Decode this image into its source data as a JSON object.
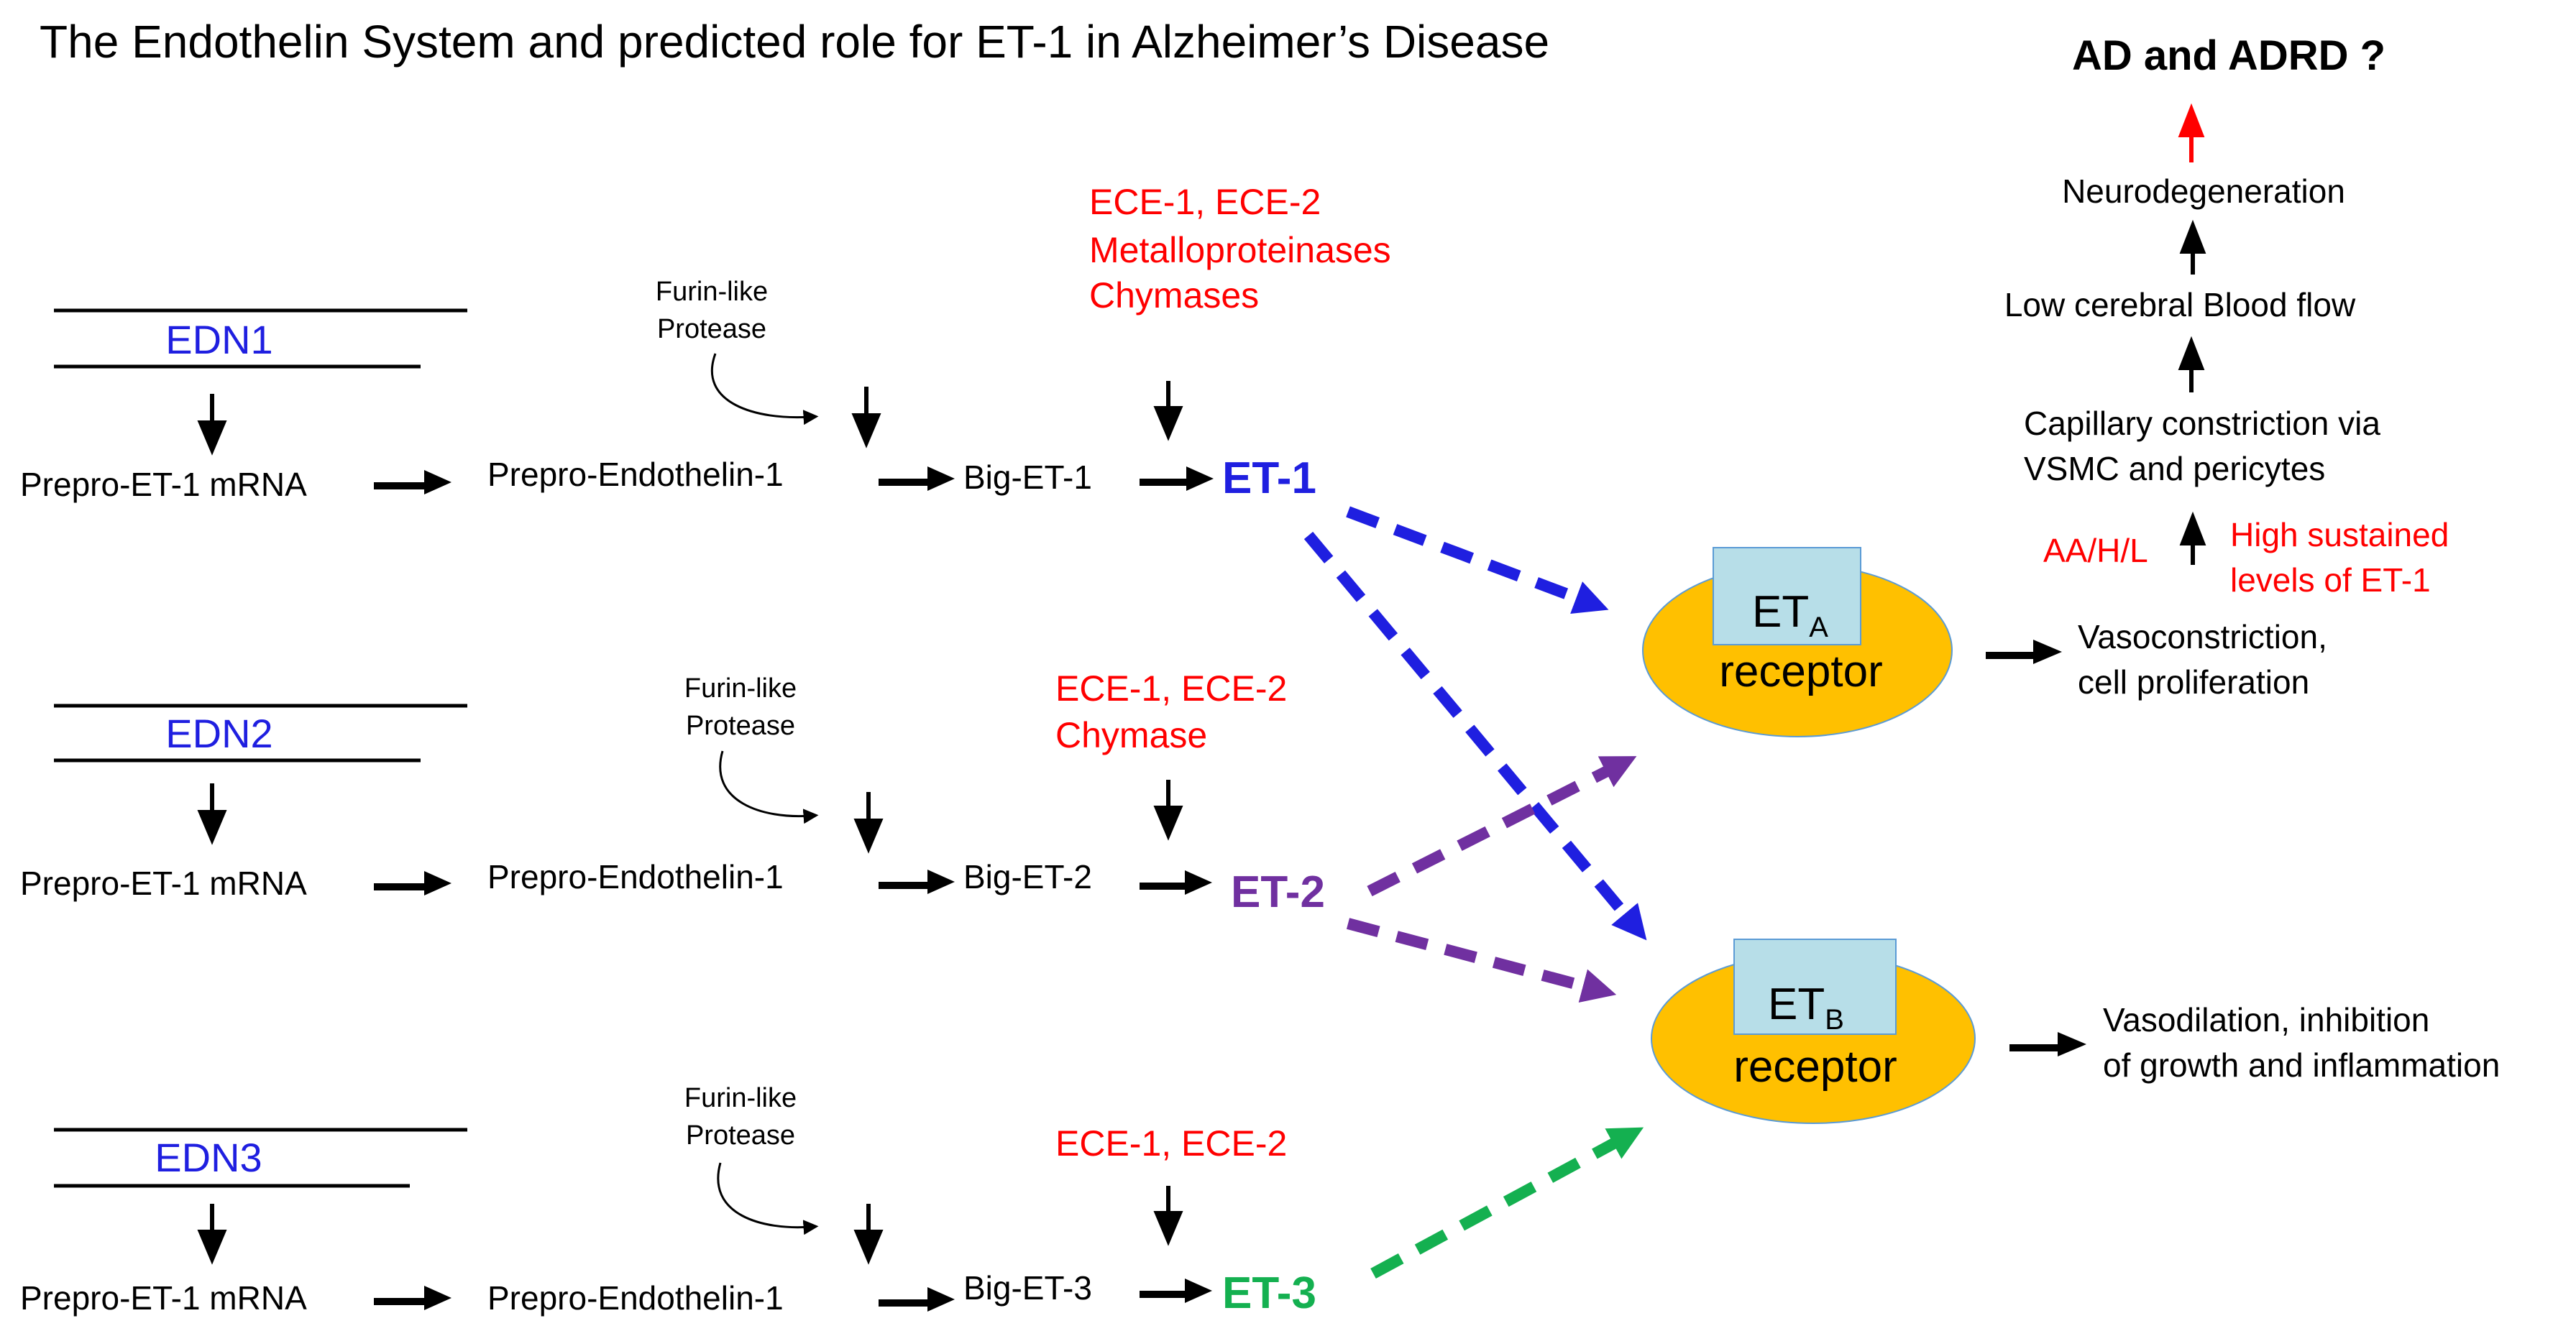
{
  "title": "The Endothelin System and predicted role for ET-1 in Alzheimer’s Disease",
  "colors": {
    "gene": "#1f1fe0",
    "enzyme": "#ff0000",
    "et1": "#1f1fe0",
    "et2": "#7030a0",
    "et3": "#14b050",
    "receptor_fill": "#ffc000",
    "receptor_box": "#b7dee8"
  },
  "pathways": [
    {
      "gene": "EDN1",
      "mrna": "Prepro-ET-1 mRNA",
      "protease": [
        "Furin-like",
        "Protease"
      ],
      "prepro": "Prepro-Endothelin-1",
      "big": "Big-ET-1",
      "enzymes": [
        "ECE-1, ECE-2",
        "Metalloproteinases",
        "Chymases"
      ],
      "product": "ET-1"
    },
    {
      "gene": "EDN2",
      "mrna": "Prepro-ET-1 mRNA",
      "protease": [
        "Furin-like",
        "Protease"
      ],
      "prepro": "Prepro-Endothelin-1",
      "big": "Big-ET-2",
      "enzymes": [
        "ECE-1, ECE-2",
        "Chymase"
      ],
      "product": "ET-2"
    },
    {
      "gene": "EDN3",
      "mrna": "Prepro-ET-1 mRNA",
      "protease": [
        "Furin-like",
        "Protease"
      ],
      "prepro": "Prepro-Endothelin-1",
      "big": "Big-ET-3",
      "enzymes": [
        "ECE-1, ECE-2"
      ],
      "product": "ET-3"
    }
  ],
  "receptors": {
    "eta": {
      "name": "ET",
      "sub": "A",
      "label": "receptor"
    },
    "etb": {
      "name": "ET",
      "sub": "B",
      "label": "receptor"
    }
  },
  "outcomes": {
    "eta": [
      "Vasoconstriction,",
      "cell proliferation"
    ],
    "etb": [
      "Vasodilation, inhibition",
      "of growth and inflammation"
    ]
  },
  "cascade": {
    "top": "AD and ADRD ?",
    "neuro": "Neurodegeneration",
    "blood": "Low cerebral Blood flow",
    "capillary": [
      "Capillary constriction via",
      "VSMC and pericytes"
    ],
    "risk": "AA/H/L",
    "levels": [
      "High sustained",
      "levels of ET-1"
    ]
  }
}
